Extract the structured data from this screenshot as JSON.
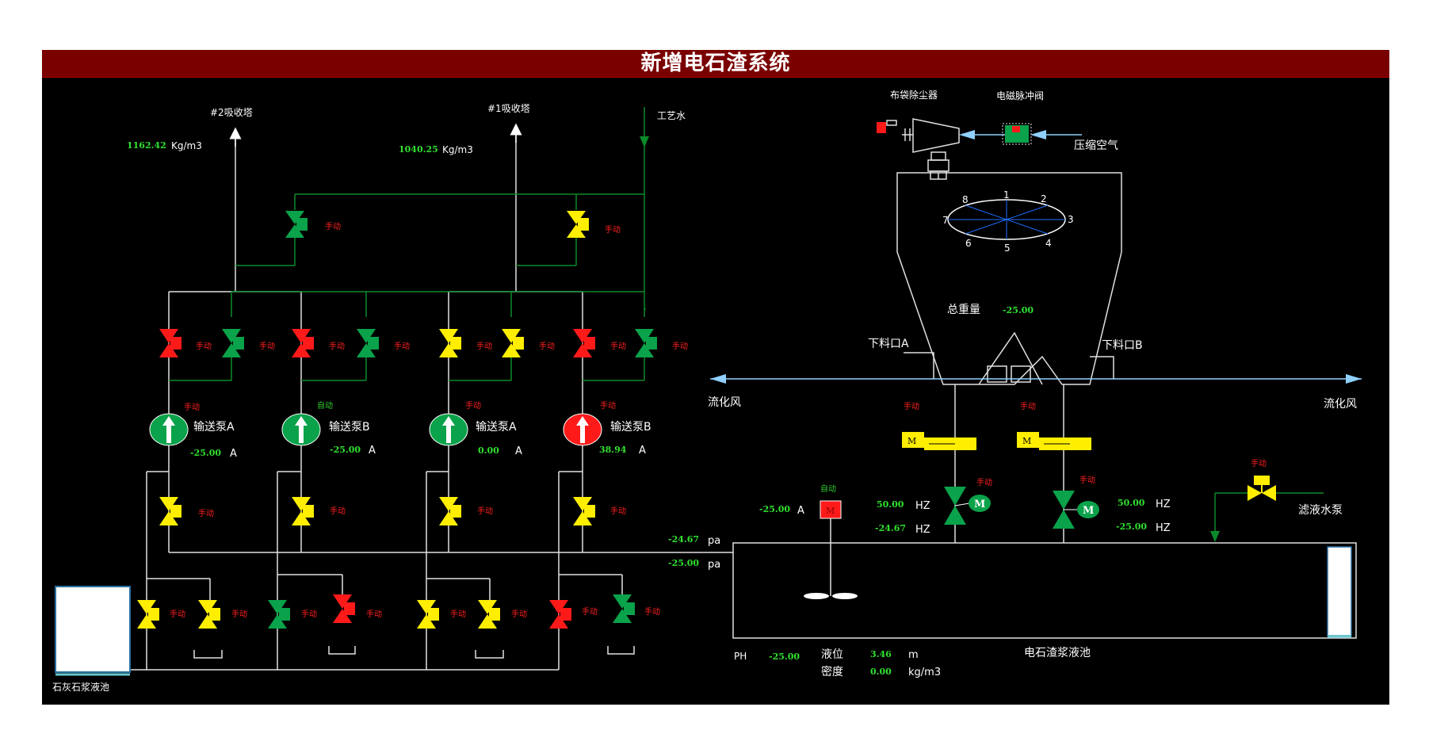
{
  "title": "新增电石渣系统",
  "colors": {
    "background": "#000000",
    "title_bar": "#7a0000",
    "red": "#ff1a1a",
    "green": "#0aa24a",
    "yellow": "#ffee00",
    "line_white": "#e0e0e0",
    "line_green": "#0a8a2a",
    "line_blue": "#8fd0ff",
    "value_green": "#30e030"
  },
  "labels": {
    "tower2": "#2吸收塔",
    "tower1": "#1吸收塔",
    "process_water": "工艺水",
    "density_unit": "Kg/m3",
    "bag_filter": "布袋除尘器",
    "pulse_valve": "电磁脉冲阀",
    "compressed_air": "压缩空气",
    "total_weight": "总重量",
    "outlet_a": "下料口A",
    "outlet_b": "下料口B",
    "fluid_wind_left": "流化风",
    "fluid_wind_right": "流化风",
    "filtrate_pump": "滤液水泵",
    "limestone_pool": "石灰石浆液池",
    "slurry_pool": "电石渣浆液池",
    "ph": "PH",
    "level": "液位",
    "density": "密度",
    "unit_a": "A",
    "unit_hz": "HZ",
    "unit_pa": "pa",
    "unit_m": "m",
    "unit_kgm3": "kg/m3",
    "manual": "手动",
    "auto": "自动"
  },
  "values": {
    "tower2_density": "1162.42",
    "tower1_density": "1040.25",
    "total_weight": "-25.00",
    "pump1_current": "-25.00",
    "pump2_current": "-25.00",
    "pump3_current": "0.00",
    "pump4_current": "38.94",
    "pressure1": "-24.67",
    "pressure2": "-25.00",
    "agitator_current": "-25.00",
    "freq1_a": "50.00",
    "freq1_b": "-24.67",
    "freq2_a": "50.00",
    "freq2_b": "-25.00",
    "ph": "-25.00",
    "level": "3.46",
    "density": "0.00"
  },
  "pumps": [
    {
      "name": "输送泵A",
      "mode": "手动",
      "state": "green"
    },
    {
      "name": "输送泵B",
      "mode": "自动",
      "state": "green"
    },
    {
      "name": "输送泵A",
      "mode": "手动",
      "state": "green"
    },
    {
      "name": "输送泵B",
      "mode": "手动",
      "state": "red"
    }
  ],
  "dial_numbers": [
    "1",
    "2",
    "3",
    "4",
    "5",
    "6",
    "7",
    "8"
  ],
  "motor_letter": "M"
}
